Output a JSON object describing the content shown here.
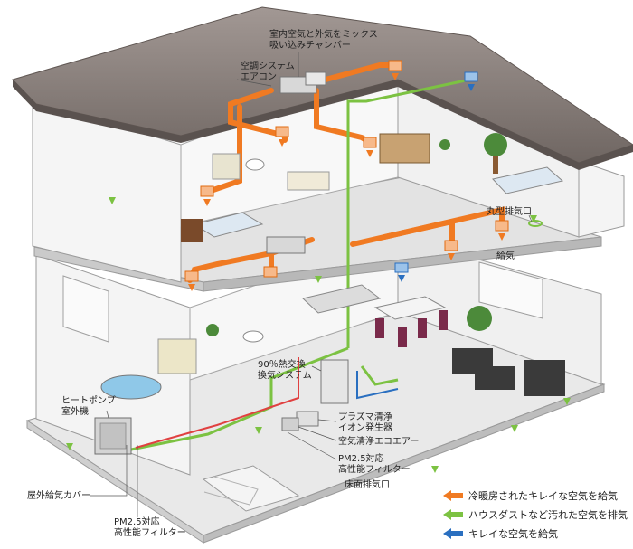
{
  "labels": {
    "mix_chamber": [
      "室内空気と外気をミックス",
      "吸い込みチャンバー"
    ],
    "ac_system": [
      "空調システム",
      "エアコン"
    ],
    "round_exhaust": "丸型排気口",
    "supply": "給気",
    "heat_exchange": [
      "90％熱交換",
      "換気システム"
    ],
    "heat_pump": [
      "ヒートポンプ",
      "室外機"
    ],
    "plasma": [
      "プラズマ清浄",
      "イオン発生器"
    ],
    "eco_air": "空気清浄エコエアー",
    "pm25_filter": [
      "PM2.5対応",
      "高性能フィルター"
    ],
    "floor_exhaust": "床面排気口",
    "outdoor_cover": "屋外給気カバー",
    "pm25_filter_bottom": [
      "PM2.5対応",
      "高性能フィルター"
    ]
  },
  "legend": [
    {
      "text": "冷暖房されたキレイな空気を給気",
      "color": "#f07a22",
      "icon": "arrow-left-icon"
    },
    {
      "text": "ハウスダストなど汚れた空気を排気",
      "color": "#7cc242",
      "icon": "arrow-left-icon"
    },
    {
      "text": "キレイな空気を給気",
      "color": "#2a6fc0",
      "icon": "arrow-left-icon"
    }
  ],
  "colors": {
    "duct_orange": "#f07a22",
    "duct_green": "#7cc242",
    "duct_blue": "#2a6fc0",
    "roof": "#8e8480",
    "wall": "#f2f2f2",
    "floor": "#e4e4e4"
  }
}
